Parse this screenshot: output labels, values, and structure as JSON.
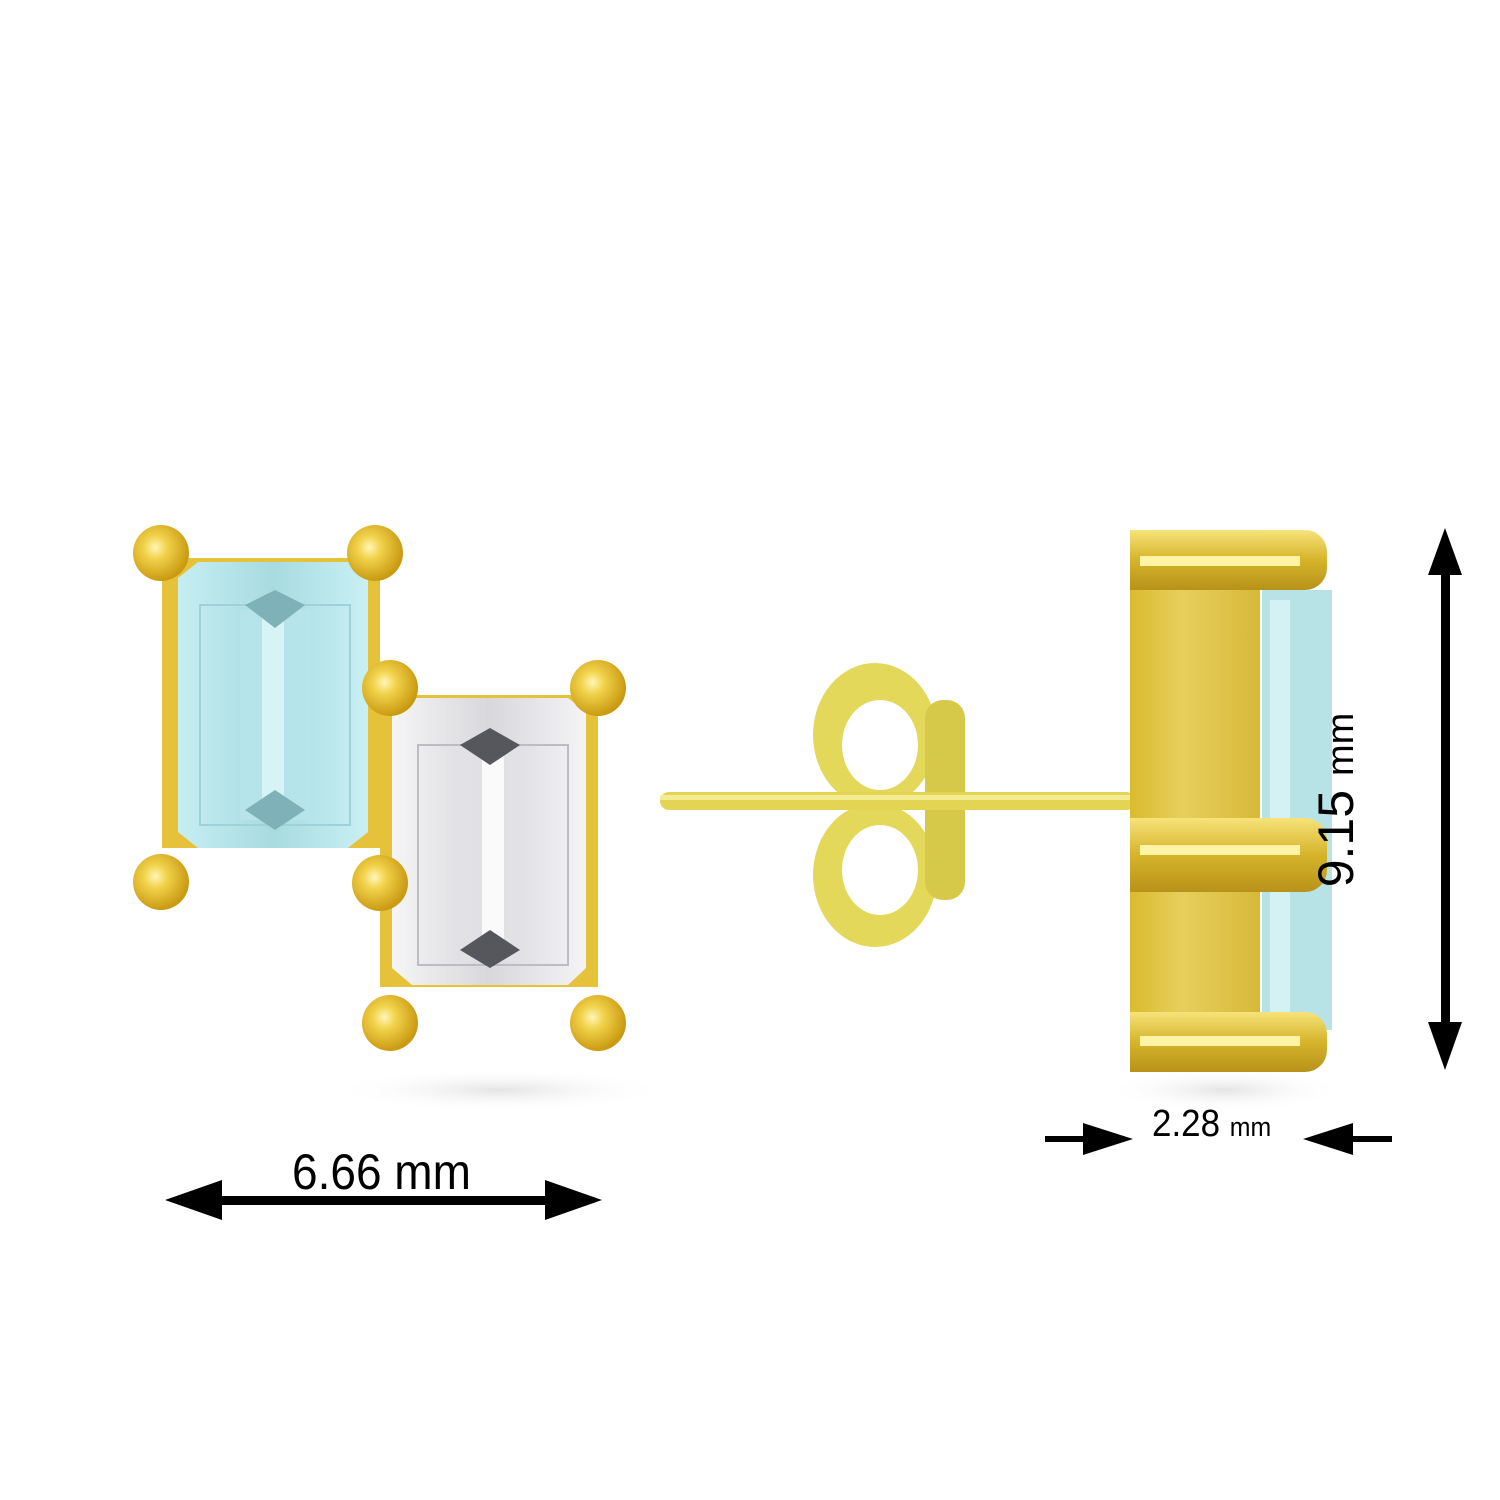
{
  "product": {
    "view_front": {
      "stones": [
        {
          "name": "aquamarine",
          "cut": "emerald",
          "color": "#b3e4ea"
        },
        {
          "name": "white",
          "cut": "emerald",
          "color": "#e9eaec"
        }
      ],
      "metal_color": "#e9c436"
    },
    "view_side": {
      "metal_color": "#e5cc48",
      "stone_color": "#b7e2e6"
    }
  },
  "dimensions": {
    "width": {
      "value": "6.66",
      "unit": "mm",
      "label": "6.66 mm"
    },
    "depth": {
      "value": "2.28",
      "unit": "mm"
    },
    "height": {
      "value": "9.15",
      "unit": "mm"
    }
  }
}
